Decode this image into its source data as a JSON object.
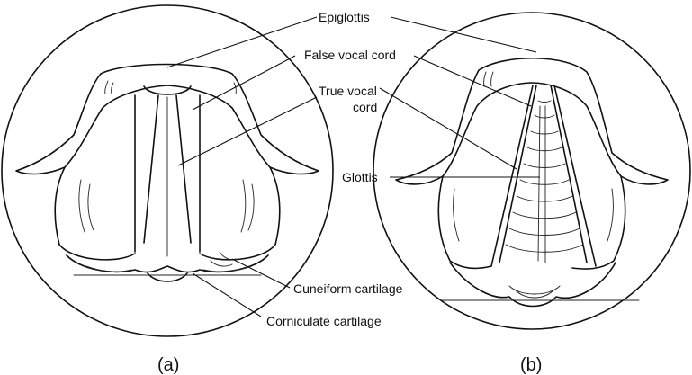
{
  "labels": {
    "epiglottis": "Epiglottis",
    "false_vocal_cord": "False vocal cord",
    "true_vocal_cord_line1": "True vocal",
    "true_vocal_cord_line2": "cord",
    "glottis": "Glottis",
    "cuneiform_cartilage": "Cuneiform cartilage",
    "corniculate_cartilage": "Corniculate cartilage"
  },
  "captions": {
    "a": "(a)",
    "b": "(b)"
  }
}
